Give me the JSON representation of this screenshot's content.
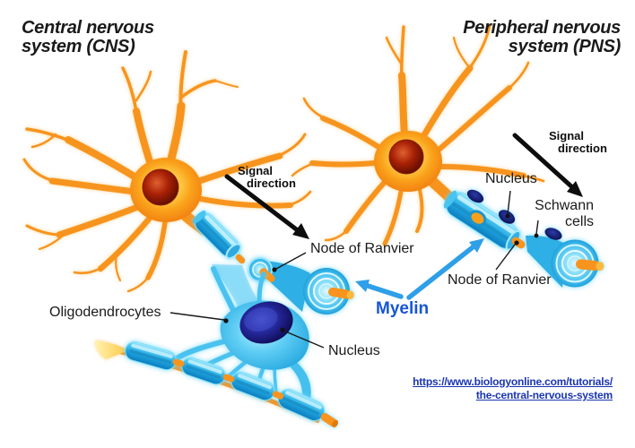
{
  "titles": {
    "cns_line1": "Central nervous",
    "cns_line2": "system (CNS)",
    "pns_line1": "Peripheral nervous",
    "pns_line2": "system (PNS)"
  },
  "labels": {
    "signal_left_line1": "Signal",
    "signal_left_line2": "direction",
    "signal_right_line1": "Signal",
    "signal_right_line2": "direction",
    "node_of_ranvier_left": "Node of Ranvier",
    "node_of_ranvier_right": "Node of Ranvier",
    "nucleus_pns": "Nucleus",
    "schwann_line1": "Schwann",
    "schwann_line2": "cells",
    "oligodendrocytes": "Oligodendrocytes",
    "nucleus_oligo": "Nucleus",
    "myelin": "Myelin"
  },
  "link": {
    "line1": "https://www.biologyonline.com/tutorials/",
    "line2": "the-central-nervous-system",
    "href": "https://www.biologyonline.com/tutorials/the-central-nervous-system"
  },
  "colors": {
    "background": "#FFFFFF",
    "neuron_orange": "#F7941E",
    "nucleus_red": "#8A1A05",
    "myelin_cyan": "#2FB2E7",
    "oligo_nucleus_navy": "#1A1870",
    "arrow_black": "#0D0D0D",
    "arrow_blue": "#2E9FE8",
    "myelin_label_blue": "#1656D6",
    "link_blue": "#1A35B0",
    "text_dark": "#1A1A1A"
  }
}
